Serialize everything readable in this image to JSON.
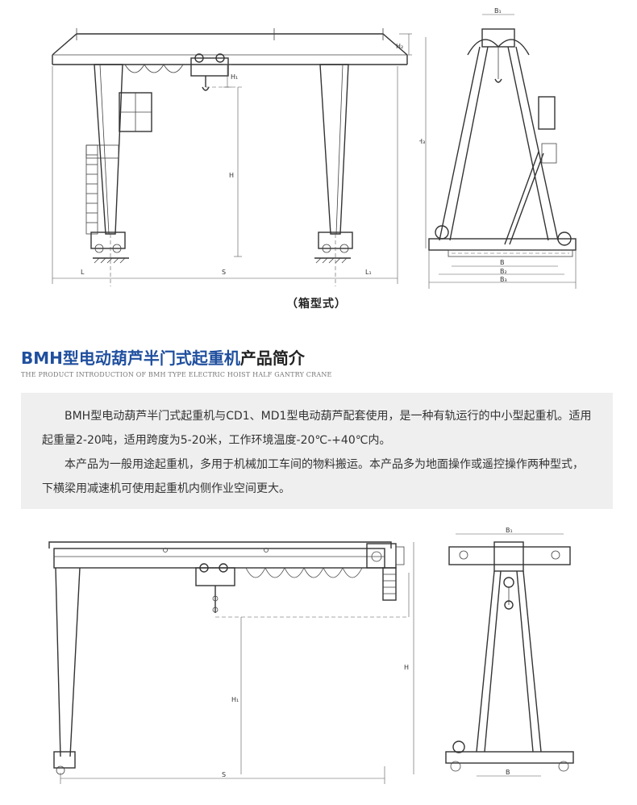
{
  "top_figure": {
    "caption": "（箱型式）",
    "labels": {
      "h": "H",
      "h1": "H₁",
      "h2": "H₂",
      "h3": "H₃",
      "span": "S",
      "l_left": "L",
      "l_right": "L₁",
      "b1": "B₁",
      "b": "B",
      "b2": "B₂",
      "b3": "B₃"
    }
  },
  "section": {
    "title_blue": "BMH型电动葫芦半门式起重机",
    "title_dark": "产品简介",
    "subtitle": "THE PRODUCT INTRODUCTION OF BMH TYPE ELECTRIC HOIST HALF GANTRY CRANE"
  },
  "description": {
    "p1": "BMH型电动葫芦半门式起重机与CD1、MD1型电动葫芦配套使用，是一种有轨运行的中小型起重机。适用起重量2-20吨，适用跨度为5-20米，工作环境温度-20℃-+40℃内。",
    "p2": "本产品为一般用途起重机，多用于机械加工车间的物料搬运。本产品多为地面操作或遥控操作两种型式，下横梁用减速机可使用起重机内侧作业空间更大。"
  },
  "bottom_figure": {
    "labels": {
      "h": "H",
      "h1": "H₁",
      "span": "S",
      "b": "B",
      "b1": "B₁"
    }
  }
}
